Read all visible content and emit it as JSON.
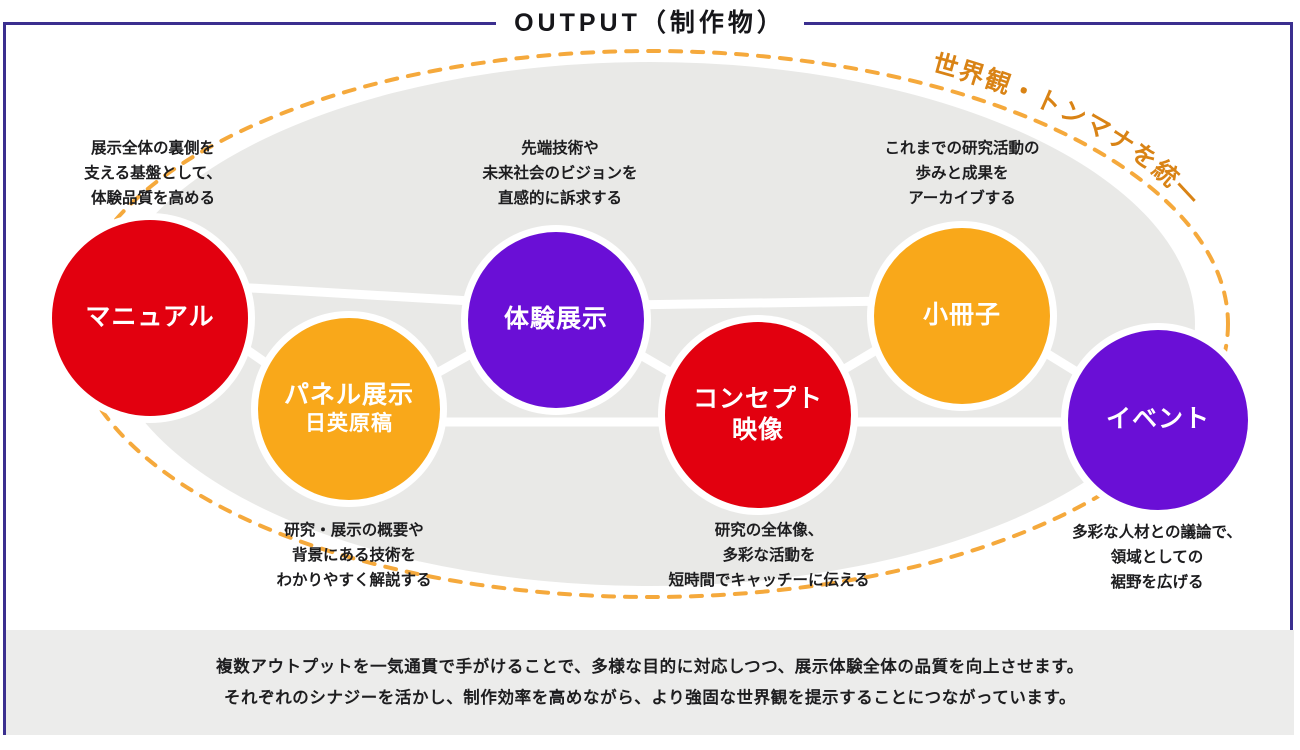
{
  "header": {
    "title": "OUTPUT（制作物）"
  },
  "theme": {
    "frame_border": "#3b2f8f",
    "ellipse_fill": "#e9e9e7",
    "dashed_ellipse": "#f5a93c",
    "connector": "#ffffff",
    "red": "#e2000f",
    "orange": "#f9a81a",
    "purple": "#6a0fd6",
    "summary_bg": "#ececeb",
    "text": "#1d1d1f",
    "arc_label_color": "#d98315"
  },
  "diagram": {
    "arc_label": "世界観・トンマナを統一",
    "nodes": [
      {
        "id": "manual",
        "label_line1": "マニュアル",
        "label_line2": "",
        "color": "red",
        "caption": [
          "展示全体の裏側を",
          "支える基盤として、",
          "体験品質を高める"
        ],
        "caption_position": "above-left"
      },
      {
        "id": "panel",
        "label_line1": "パネル展示",
        "label_line2": "日英原稿",
        "color": "orange",
        "caption": [
          "研究・展示の概要や",
          "背景にある技術を",
          "わかりやすく解説する"
        ],
        "caption_position": "below"
      },
      {
        "id": "experience",
        "label_line1": "体験展示",
        "label_line2": "",
        "color": "purple",
        "caption": [
          "先端技術や",
          "未来社会のビジョンを",
          "直感的に訴求する"
        ],
        "caption_position": "above"
      },
      {
        "id": "concept-movie",
        "label_line1": "コンセプト",
        "label_line2": "映像",
        "color": "red",
        "caption": [
          "研究の全体像、",
          "多彩な活動を",
          "短時間でキャッチーに伝える"
        ],
        "caption_position": "below"
      },
      {
        "id": "booklet",
        "label_line1": "小冊子",
        "label_line2": "",
        "color": "orange",
        "caption": [
          "これまでの研究活動の",
          "歩みと成果を",
          "アーカイブする"
        ],
        "caption_position": "above"
      },
      {
        "id": "event",
        "label_line1": "イベント",
        "label_line2": "",
        "color": "purple",
        "caption": [
          "多彩な人材との議論で、",
          "領域としての",
          "裾野を広げる"
        ],
        "caption_position": "below-right"
      }
    ]
  },
  "summary": {
    "line1": "複数アウトプットを一気通貫で手がけることで、多様な目的に対応しつつ、展示体験全体の品質を向上させます。",
    "line2": "それぞれのシナジーを活かし、制作効率を高めながら、より強固な世界観を提示することにつながっています。"
  }
}
